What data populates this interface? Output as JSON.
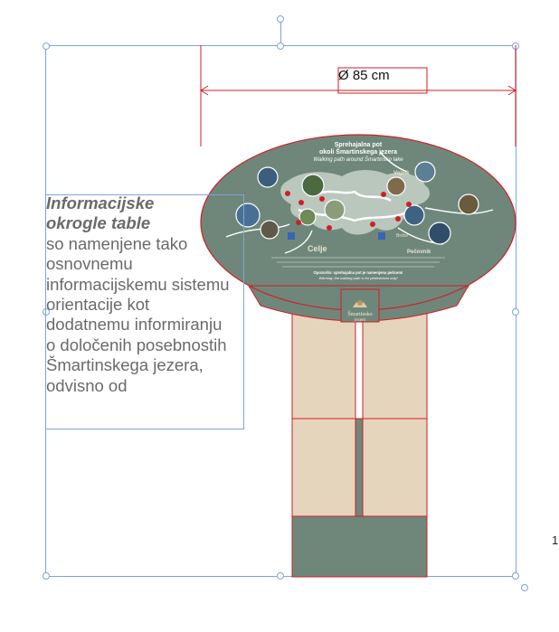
{
  "dimension": {
    "label": "Ø 85 cm"
  },
  "text_frame": {
    "heading_lines": [
      "Informacijske",
      "okrogle table"
    ],
    "body_lines": [
      "so namenjene tako",
      "osnovnemu",
      "informacijskemu sistemu",
      "orientacije kot",
      "dodatnemu informiranju",
      "o določenih posebnostih",
      "Šmartinskega jezera,",
      "odvisno od"
    ]
  },
  "board": {
    "title_line1": "Sprehajalna pot",
    "title_line2": "okoli Šmartinskega jezera",
    "subtitle": "Walking path around Šmartinsko lake",
    "place_labels": [
      "Celje",
      "Vojnik",
      "Pečovnik",
      "Brdce"
    ],
    "footer_lines": [
      "Opozorilo: sprehajalna pot je namenjena pešcem!",
      "Warning: the walking path is for pedestrians only!"
    ],
    "sign_text_line1": "Šmartinsko",
    "sign_text_line2": "jezero"
  },
  "colors": {
    "selection": "#7aa6dc",
    "guide_red": "#d21d28",
    "board_green": "#6f877a",
    "post_beige": "#e5d5bd",
    "text_gray": "#6a6a6a"
  },
  "page_number": "1"
}
